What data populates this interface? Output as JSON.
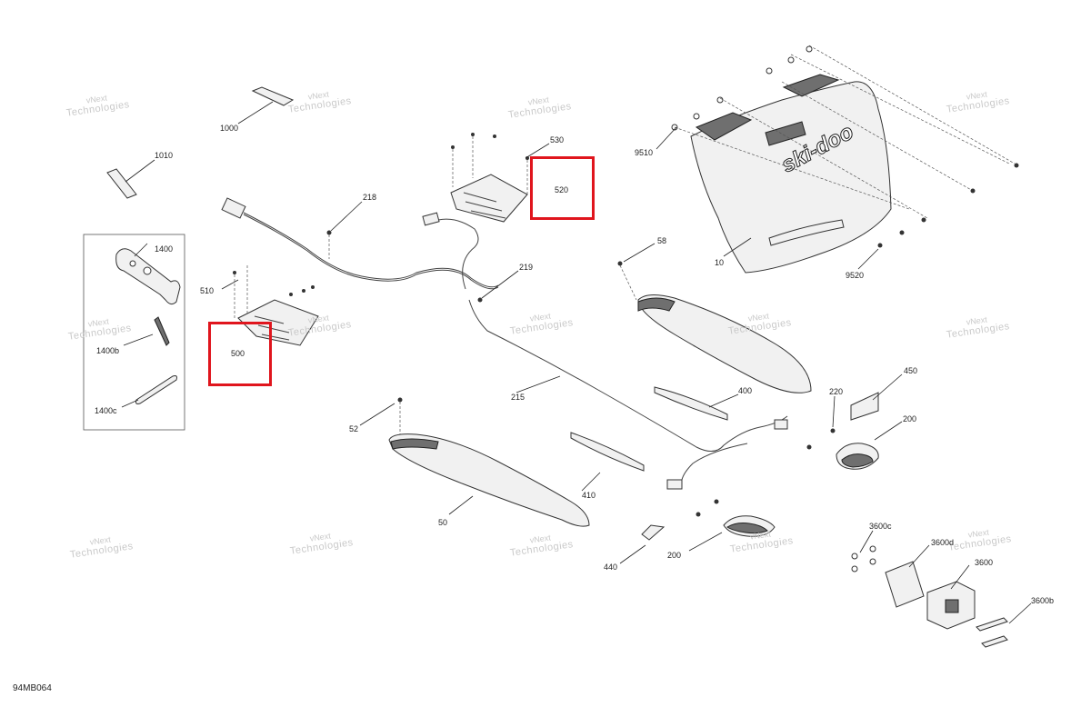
{
  "diagram_id": "94MB064",
  "watermark": {
    "line1": "vNext",
    "line2": "Technologies",
    "combined": "vNext Technologies"
  },
  "brand_logo": "ski-doo",
  "callouts": [
    {
      "id": "c1000",
      "label": "1000"
    },
    {
      "id": "c1010",
      "label": "1010"
    },
    {
      "id": "c1400",
      "label": "1400"
    },
    {
      "id": "c1400b",
      "label": "1400b"
    },
    {
      "id": "c1400c",
      "label": "1400c"
    },
    {
      "id": "c218",
      "label": "218"
    },
    {
      "id": "c219",
      "label": "219"
    },
    {
      "id": "c215",
      "label": "215"
    },
    {
      "id": "c510",
      "label": "510"
    },
    {
      "id": "c500",
      "label": "500"
    },
    {
      "id": "c520",
      "label": "520"
    },
    {
      "id": "c530",
      "label": "530"
    },
    {
      "id": "c52",
      "label": "52"
    },
    {
      "id": "c50",
      "label": "50"
    },
    {
      "id": "c58",
      "label": "58"
    },
    {
      "id": "c9510",
      "label": "9510"
    },
    {
      "id": "c10",
      "label": "10"
    },
    {
      "id": "c9520",
      "label": "9520"
    },
    {
      "id": "c400",
      "label": "400"
    },
    {
      "id": "c410",
      "label": "410"
    },
    {
      "id": "c220",
      "label": "220"
    },
    {
      "id": "c450",
      "label": "450"
    },
    {
      "id": "c200a",
      "label": "200"
    },
    {
      "id": "c200b",
      "label": "200"
    },
    {
      "id": "c440",
      "label": "440"
    },
    {
      "id": "c3600c",
      "label": "3600c"
    },
    {
      "id": "c3600d",
      "label": "3600d"
    },
    {
      "id": "c3600",
      "label": "3600"
    },
    {
      "id": "c3600b",
      "label": "3600b"
    }
  ],
  "highlights": [
    {
      "id": "h500",
      "part": "500"
    },
    {
      "id": "h520",
      "part": "520"
    }
  ]
}
